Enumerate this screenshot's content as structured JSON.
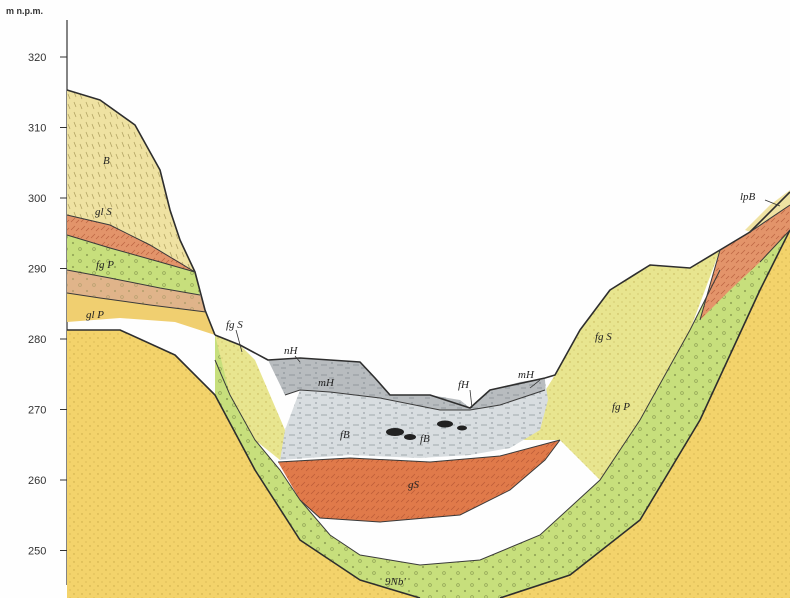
{
  "axis": {
    "unit_label": "m n.p.m.",
    "ticks": [
      "320",
      "310",
      "300",
      "290",
      "280",
      "270",
      "260",
      "250"
    ]
  },
  "layers": {
    "B_top": "B",
    "gl_S": "gl S",
    "fg_P_left": "fg P",
    "gl_P": "gl P",
    "fg_S_left": "fg S",
    "nH": "nH",
    "mH_left": "mH",
    "fH": "fH",
    "mH_right": "mH",
    "fB_left": "fB",
    "fB_mid": "fB",
    "gS": "gS",
    "fg_S_right": "fg S",
    "fg_P_right": "fg P",
    "lpB": "lpB",
    "bedrock": "9Nb'"
  },
  "colors": {
    "bedrock": "#f3d36b",
    "fgS": "#e8e58f",
    "fgP": "#c7df7c",
    "glS": "#e3946a",
    "glP": "#e0b48a",
    "B": "#efe2a2",
    "clay": "#e07a4a",
    "silt": "#d8dde0",
    "peat": "#b8bcbf"
  }
}
